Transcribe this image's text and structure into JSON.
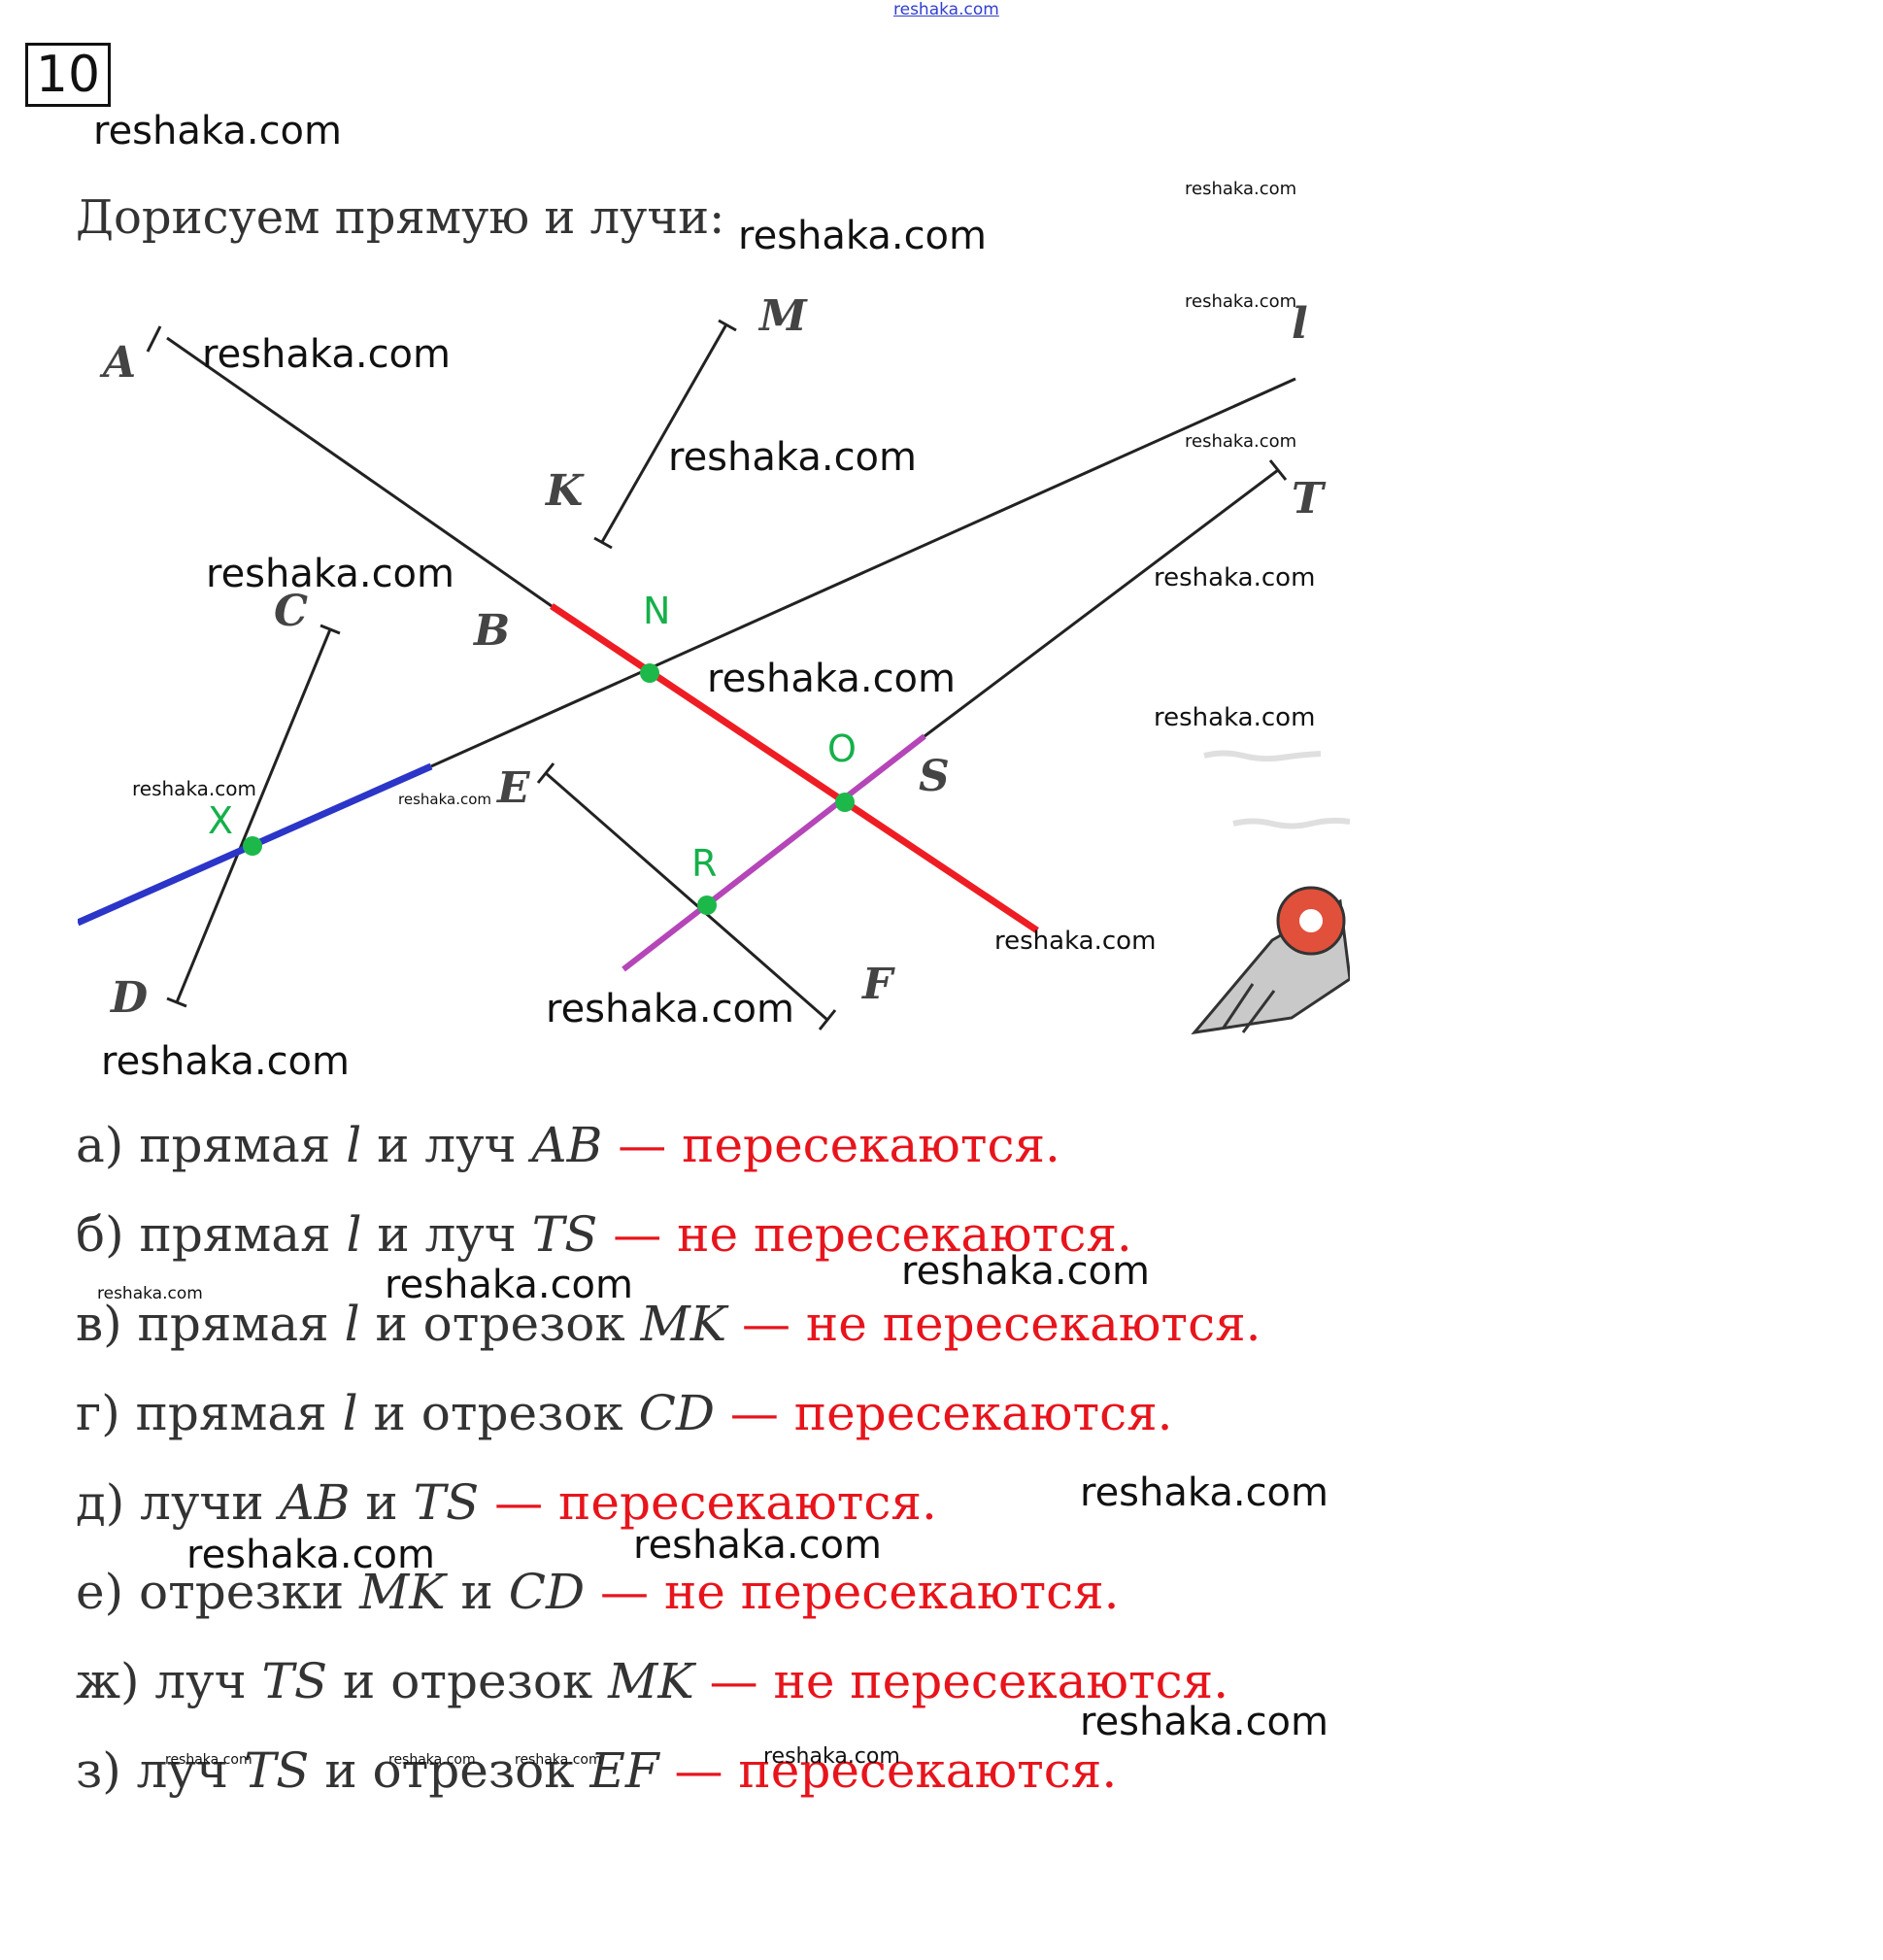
{
  "header": {
    "number": "10",
    "site_top": "reshaka.com"
  },
  "intro": "Дорисуем прямую и лучи:",
  "figure": {
    "labels": {
      "A": "A",
      "M": "M",
      "K": "K",
      "l": "l",
      "T": "T",
      "C": "C",
      "B": "B",
      "E": "E",
      "D": "D",
      "F": "F",
      "S": "S"
    },
    "points": {
      "N": "N",
      "O": "O",
      "X": "X",
      "R": "R"
    },
    "colors": {
      "ray_ab": "#ee1d23",
      "line_l": "#2b35c8",
      "ray_ts": "#b546b8",
      "point": "#1db84a"
    }
  },
  "answers": [
    {
      "prefix": "а) прямая ",
      "a": "l",
      "mid": " и луч ",
      "b": "AB",
      "dash": " — ",
      "result": "пересекаются."
    },
    {
      "prefix": "б) прямая ",
      "a": "l",
      "mid": " и луч ",
      "b": "TS",
      "dash": " — ",
      "result": "не пересекаются."
    },
    {
      "prefix": "в) прямая ",
      "a": "l",
      "mid": " и отрезок ",
      "b": "MK",
      "dash": " — ",
      "result": "не пересекаются."
    },
    {
      "prefix": "г) прямая ",
      "a": "l",
      "mid": " и отрезок ",
      "b": "CD",
      "dash": " — ",
      "result": "пересекаются."
    },
    {
      "prefix": "д) лучи ",
      "a": "AB",
      "mid": " и ",
      "b": "TS",
      "dash": " — ",
      "result": "пересекаются."
    },
    {
      "prefix": "е) отрезки ",
      "a": "MK",
      "mid": " и ",
      "b": "CD",
      "dash": " — ",
      "result": "не пересекаются."
    },
    {
      "prefix": "ж) луч ",
      "a": "TS",
      "mid": " и отрезок ",
      "b": "MK",
      "dash": " — ",
      "result": "не пересекаются."
    },
    {
      "prefix": "з) луч ",
      "a": "TS",
      "mid": " и отрезок ",
      "b": "EF",
      "dash": " — ",
      "result": "пересекаются."
    }
  ],
  "watermark": "reshaka.com"
}
